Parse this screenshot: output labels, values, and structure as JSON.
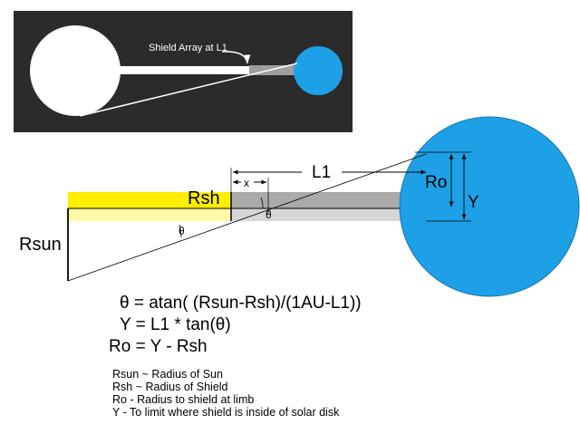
{
  "inset": {
    "label": "Shield Array at L1"
  },
  "labels": {
    "rsh": "Rsh",
    "rsun": "Rsun",
    "l1": "L1",
    "x": "x",
    "ro": "Ro",
    "y": "Y",
    "theta_left": "θ",
    "theta_right": "θ"
  },
  "equations": [
    "θ = atan( (Rsun-Rsh)/(1AU-L1))",
    "Y = L1 * tan(θ)",
    "Ro = Y - Rsh"
  ],
  "legend": [
    "Rsun ~ Radius of Sun",
    "Rsh ~ Radius of Shield",
    "Ro - Radius to shield at limb",
    "Y - To limit where shield is inside of solar disk"
  ],
  "colors": {
    "inset_background": "#2b2b2b",
    "sun_inset": "#ffffff",
    "earth": "#1ea0e6",
    "shield_band": "#aaaaaa",
    "sun_band": "#ffee00"
  }
}
